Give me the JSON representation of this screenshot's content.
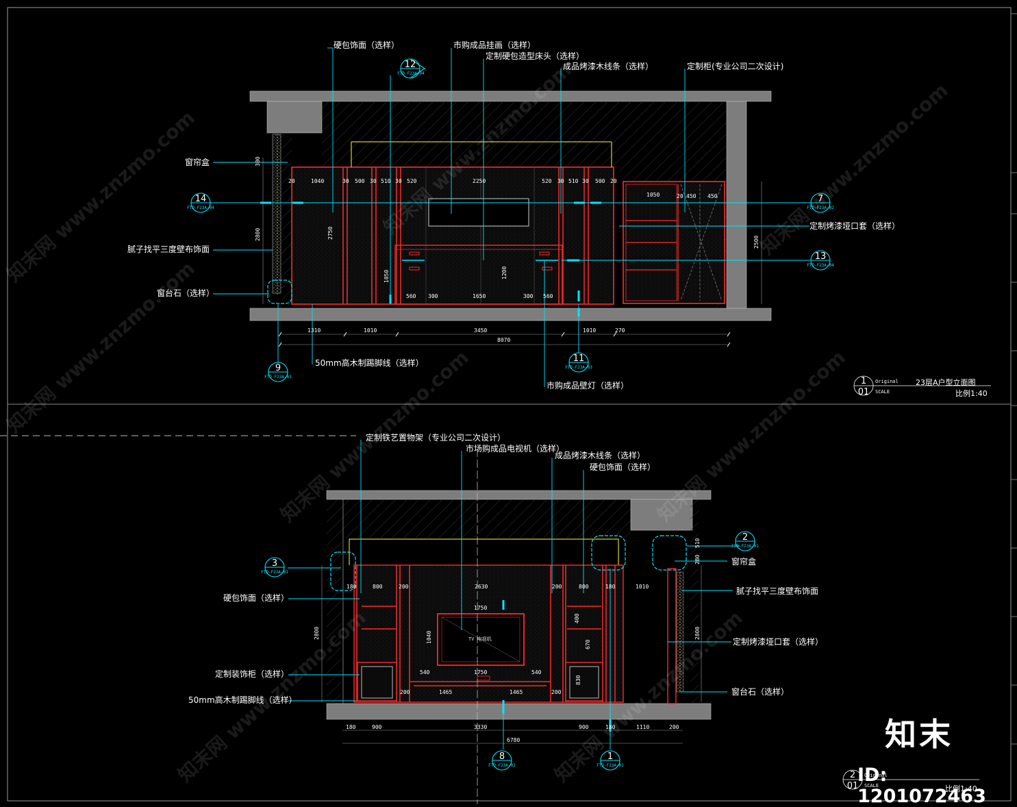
{
  "top_elevation": {
    "labels": {
      "hard_pack_1": "硬包饰面（选样）",
      "art": "市购成品挂画（选样）",
      "headboard": "定制硬包造型床头（选样）",
      "wood_strip": "成品烤漆木线条（选样）",
      "cabinet": "定制柜(专业公司二次设计)",
      "curtain_box": "窗帘盒",
      "wall_cloth": "腻子找平三度壁布饰面",
      "sill_stone": "窗台石（选样）",
      "skirting": "50mm高木制踢脚线（选样）",
      "wall_lamp": "市购成品壁灯（选样）",
      "door_frame": "定制烤漆垭口套（选样）"
    },
    "bubbles": {
      "b12": {
        "num": "12",
        "ref": "FTD-F23A-04"
      },
      "b14": {
        "num": "14",
        "ref": "FTD-F23A-04"
      },
      "b7": {
        "num": "7",
        "ref": "FTD-F23A-02"
      },
      "b13": {
        "num": "13",
        "ref": "FTD-F23A-04"
      },
      "b9": {
        "num": "9",
        "ref": "FTD-F23A-03"
      },
      "b11": {
        "num": "11",
        "ref": "FTD-F23A-03"
      }
    },
    "dims_top": [
      "20",
      "1040",
      "30",
      "500",
      "30",
      "510",
      "30",
      "520",
      "2250",
      "520",
      "30",
      "510",
      "30",
      "500",
      "20"
    ],
    "dims_cab": [
      "1050",
      "20",
      "450",
      "450"
    ],
    "dims_bottom": [
      "560",
      "300",
      "1650",
      "300",
      "560"
    ],
    "dims_base": [
      "1310",
      "1010",
      "3450",
      "1010",
      "270"
    ],
    "dims_total": "8070",
    "v_dims": {
      "h1": "2800",
      "h2": "2750",
      "h3": "1050",
      "h4": "1200",
      "h5": "2500",
      "t1": "300"
    },
    "title": {
      "num": "1",
      "sheet": "01",
      "original": "Original",
      "scale_tag": "SCALE",
      "name": "23层A户型立面图",
      "scale": "比例1:40"
    }
  },
  "bottom_elevation": {
    "labels": {
      "iron_shelf": "定制铁艺置物架（专业公司二次设计）",
      "tv": "市场购成品电视机（选样）",
      "wood_strip": "成品烤漆木线条（选样）",
      "hard_pack_top": "硬包饰面（选样）",
      "curtain_box": "窗帘盒",
      "wall_cloth": "腻子找平三度壁布饰面",
      "door_frame": "定制烤漆垭口套（选样）",
      "sill_stone": "窗台石（选样）",
      "hard_pack_left": "硬包饰面（选样）",
      "deco_cabinet": "定制装饰柜（选样）",
      "skirting": "50mm高木制踢脚线（选样）"
    },
    "bubbles": {
      "b3": {
        "num": "3",
        "ref": "FTD-F23A-01"
      },
      "b2": {
        "num": "2",
        "ref": "FTD-F23A-01"
      },
      "b8": {
        "num": "8",
        "ref": "FTD-F23A-02"
      },
      "b1": {
        "num": "1",
        "ref": "FTD-F23A-01"
      }
    },
    "dims_top": [
      "180",
      "800",
      "200",
      "2630",
      "200",
      "800",
      "180",
      "1010"
    ],
    "dims_mid": [
      "1750",
      "1750"
    ],
    "dims_lower": [
      "540",
      "540"
    ],
    "dims_bottom": [
      "200",
      "1465",
      "1465",
      "200"
    ],
    "dims_base": [
      "180",
      "900",
      "3330",
      "900",
      "180",
      "1110",
      "200"
    ],
    "dims_total": "6780",
    "v_dims": {
      "h1": "2800",
      "h2": "2800",
      "t1": "510",
      "t2": "280",
      "c1": "400",
      "c2": "670",
      "c3": "830",
      "tv": "1040"
    },
    "tv_text": "TV 电视机",
    "title": {
      "num": "2",
      "sheet": "01",
      "original": "Original",
      "scale_tag": "SCALE",
      "scale": "比例1:40"
    }
  },
  "watermark": {
    "text": "知末网 www.znzmo.com"
  },
  "logo": {
    "text": "知末",
    "id": "ID: 1201072463"
  },
  "colors": {
    "cyan": "#00e6ff",
    "red": "#ff2a2a",
    "yellow": "#ffff3a",
    "grey": "#7d7d7d",
    "white": "#ffffff"
  }
}
